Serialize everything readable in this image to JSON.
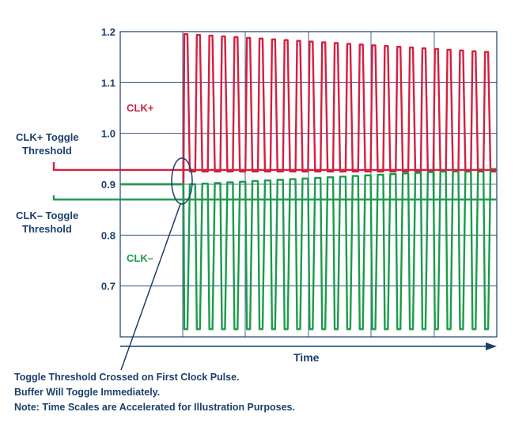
{
  "chart_data": {
    "type": "line",
    "xlabel": "Time",
    "ylim": [
      0.6,
      1.2
    ],
    "yticks": [
      "1.2",
      "1.1",
      "1.0",
      "0.9",
      "0.8",
      "0.7"
    ],
    "grid": true,
    "series": [
      {
        "name": "CLK+",
        "color": "#d41f3f",
        "high_start": 1.195,
        "high_end": 1.16,
        "low": 0.925
      },
      {
        "name": "CLK–",
        "color": "#1a9b4a",
        "high_start": 0.9,
        "high_end": 0.93,
        "low": 0.615
      }
    ],
    "thresholds": [
      {
        "label_line1": "CLK+ Toggle",
        "label_line2": "Threshold",
        "value": 0.928,
        "color": "#d41f3f"
      },
      {
        "label_line1": "CLK– Toggle",
        "label_line2": "Threshold",
        "value": 0.87,
        "color": "#1a9b4a"
      }
    ],
    "pre_pulse_level": 0.9,
    "pulse_count": 25
  },
  "notes": {
    "line1": "Toggle Threshold Crossed on First Clock Pulse.",
    "line2": "Buffer Will Toggle Immediately.",
    "line3": "Note: Time Scales are Accelerated for Illustration Purposes."
  }
}
